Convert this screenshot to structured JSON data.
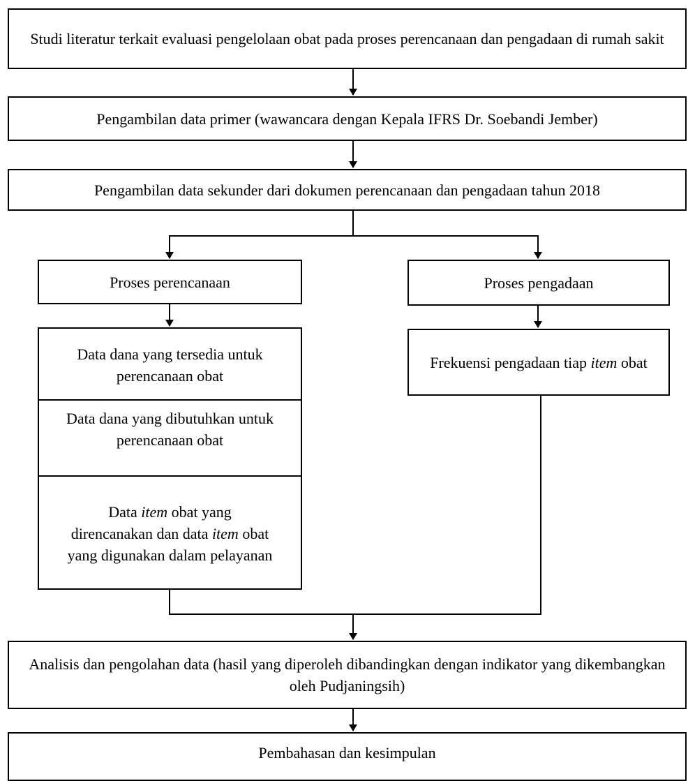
{
  "steps": {
    "s1": "Studi literatur terkait evaluasi pengelolaan obat pada proses perencanaan dan pengadaan di rumah sakit",
    "s2": "Pengambilan data primer (wawancara dengan Kepala IFRS Dr. Soebandi Jember)",
    "s3": "Pengambilan data sekunder dari dokumen perencanaan dan pengadaan tahun 2018",
    "left_title": "Proses perencanaan",
    "right_title": "Proses pengadaan",
    "left_1": "Data dana yang tersedia untuk perencanaan obat",
    "left_2": "Data dana yang dibutuhkan untuk perencanaan obat",
    "left_3": {
      "a": "Data ",
      "b": "item",
      "c": " obat yang direncanakan dan data ",
      "d": "item",
      "e": " obat yang digunakan dalam pelayanan"
    },
    "right_1": {
      "a": "Frekuensi pengadaan tiap ",
      "b": "item",
      "c": " obat"
    },
    "s4": "Analisis dan pengolahan data (hasil yang diperoleh dibandingkan dengan indikator yang dikembangkan oleh Pudjaningsih)",
    "s5": "Pembahasan dan kesimpulan"
  }
}
